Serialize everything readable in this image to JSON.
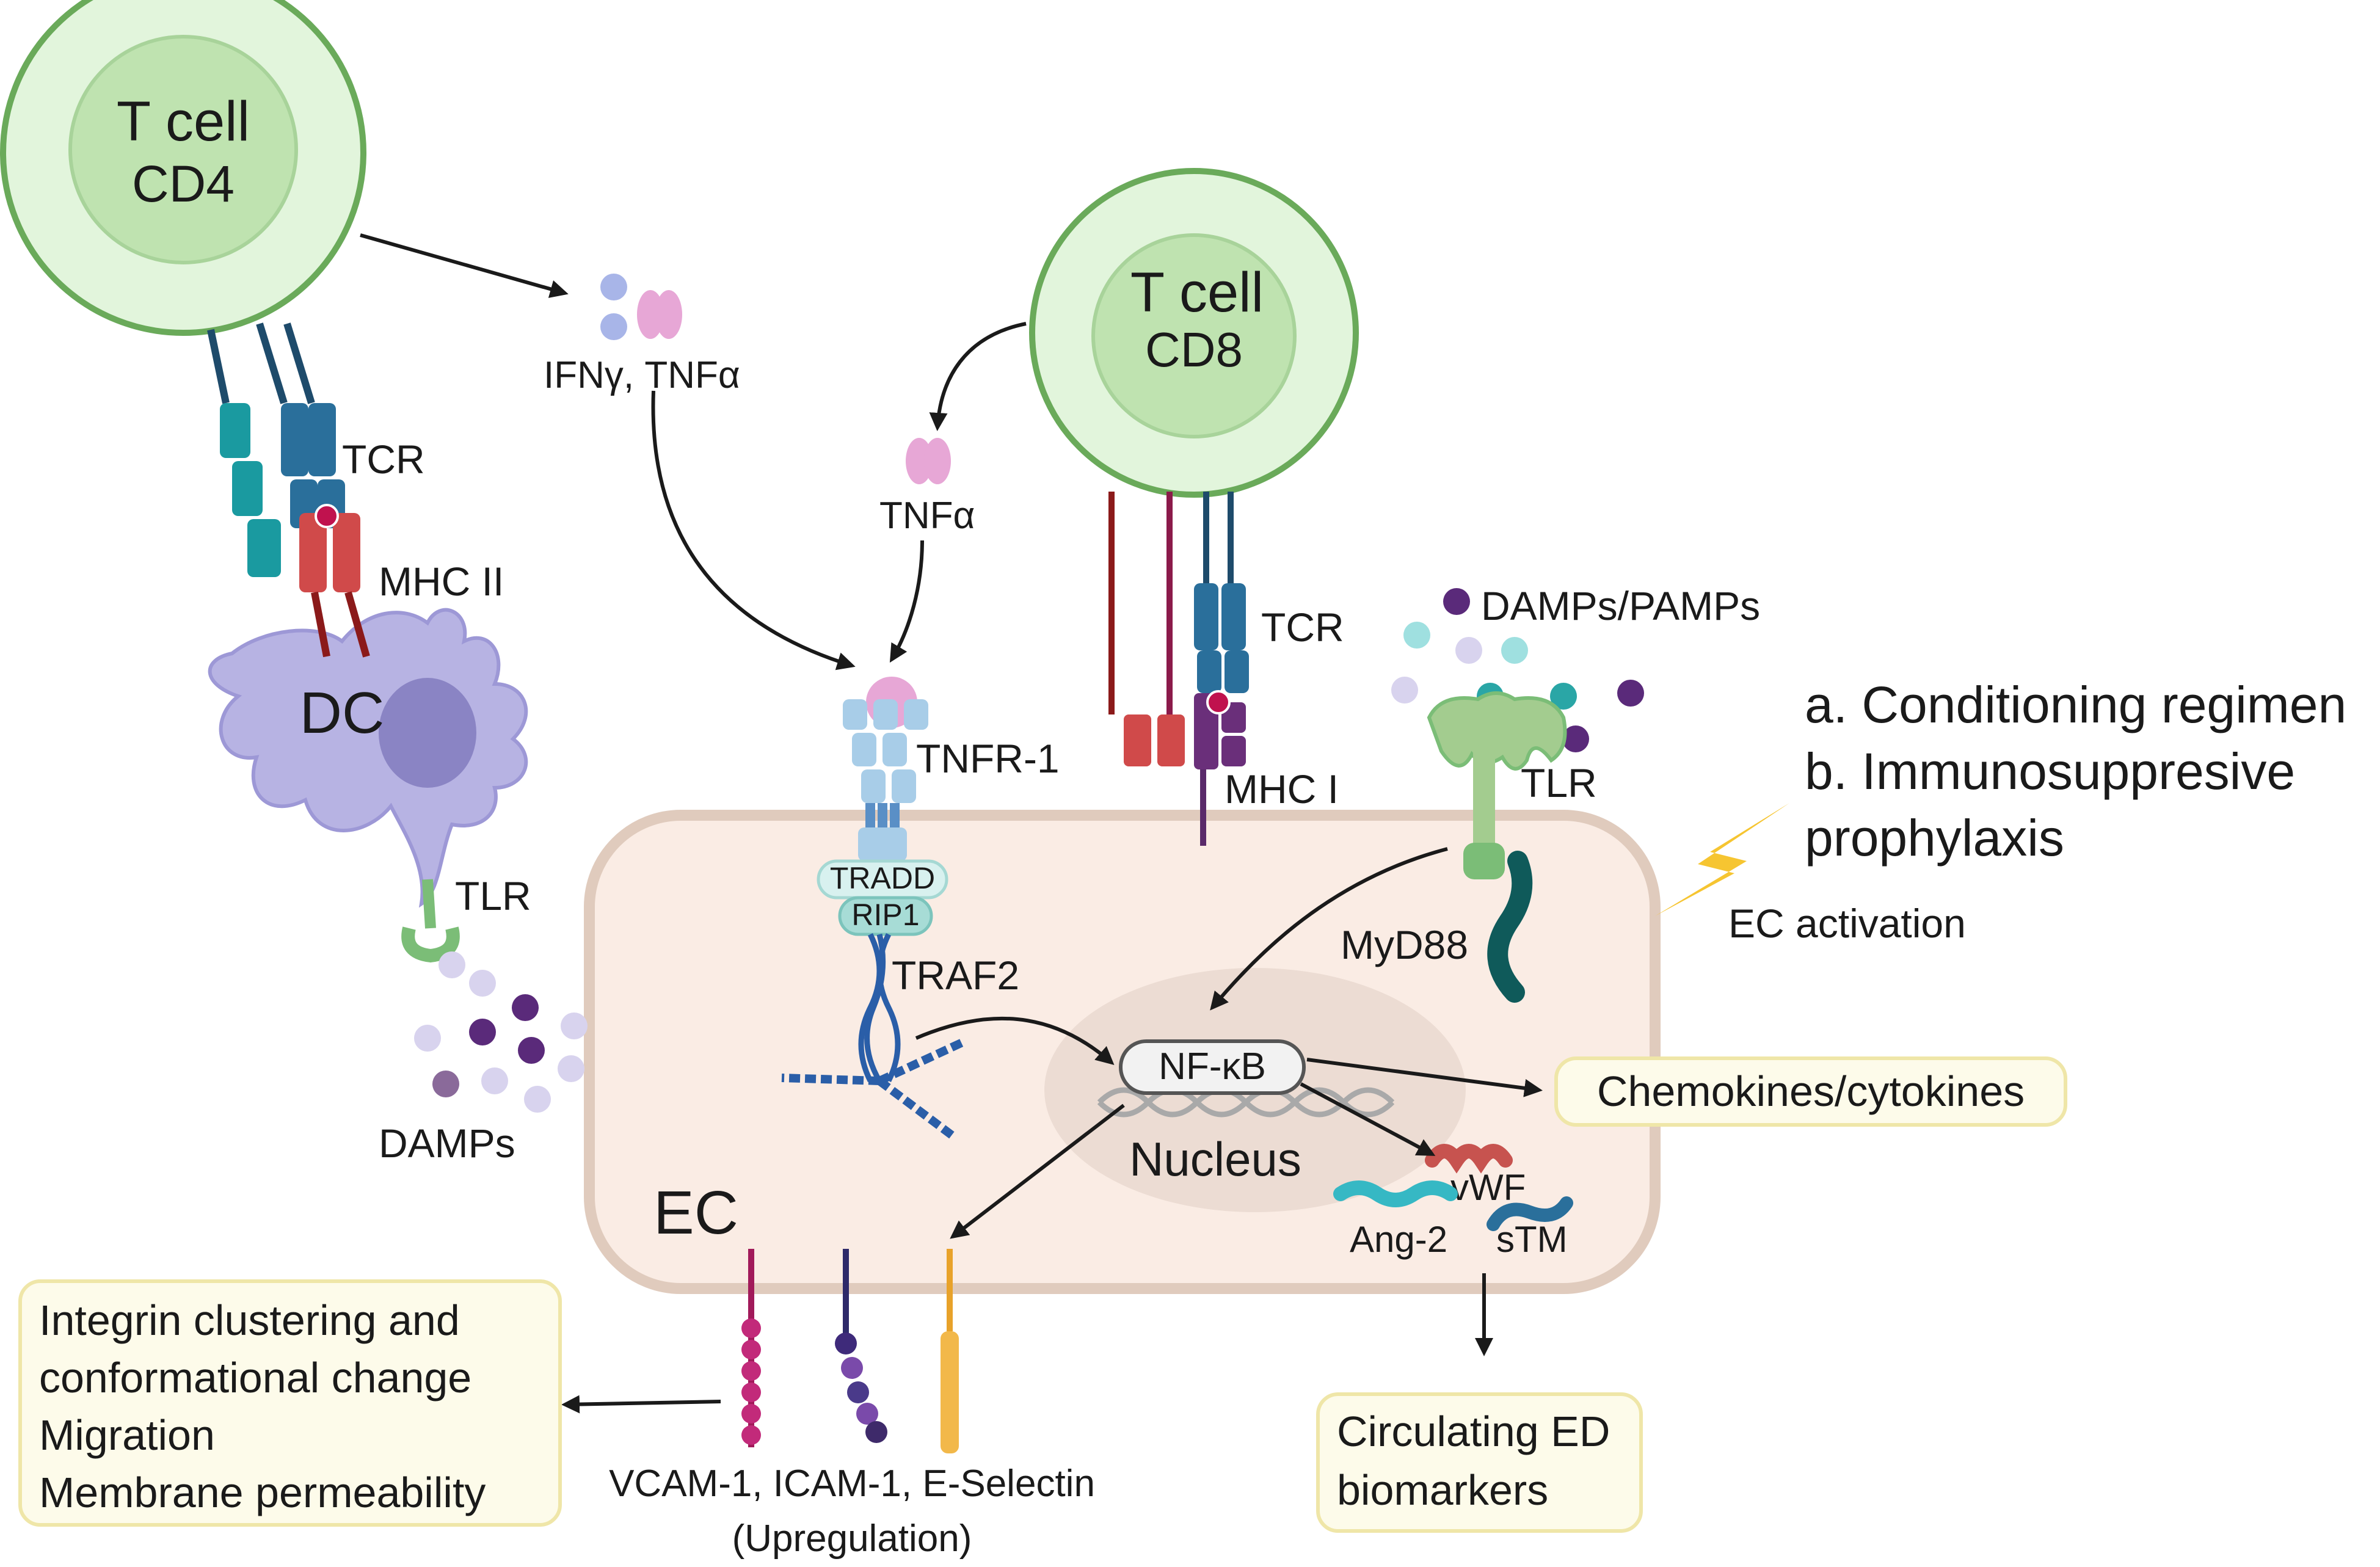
{
  "cells": {
    "t_cell_cd4": {
      "title": "T cell",
      "subtitle": "CD4"
    },
    "t_cell_cd8": {
      "title": "T cell",
      "subtitle": "CD8"
    },
    "dc": "DC",
    "ec": "EC",
    "nucleus": "Nucleus"
  },
  "labels": {
    "tcr_cd4": "TCR",
    "mhc_ii": "MHC II",
    "tlr_dc": "TLR",
    "damps": "DAMPs",
    "ifn_tnf": "IFNγ, TNFα",
    "tnfa": "TNFα",
    "tnfr1": "TNFR-1",
    "tradd": "TRADD",
    "rip1": "RIP1",
    "traf2": "TRAF2",
    "tcr_cd8": "TCR",
    "mhc_i": "MHC I",
    "damps_pamps": "DAMPs/PAMPs",
    "tlr_ec": "TLR",
    "myd88": "MyD88",
    "nfkb": "NF-κB",
    "vwf": "vWF",
    "ang2": "Ang-2",
    "stm": "sTM",
    "ec_activation": "EC activation",
    "adhesion": "VCAM-1, ICAM-1, E-Selectin",
    "upregulation": "(Upregulation)"
  },
  "side_notes": {
    "line1": "a. Conditioning regimen",
    "line2": "b. Immunosuppresive",
    "line3": "prophylaxis"
  },
  "boxes": {
    "chemokines": "Chemokines/cytokines",
    "integrin": [
      "Integrin clustering and",
      "conformational change",
      "Migration",
      "Membrane permeability"
    ],
    "circulating": [
      "Circulating ED",
      "biomarkers"
    ]
  },
  "colors": {
    "t_cell_fill": "#e2f5dc",
    "t_cell_stroke": "#6aaa5a",
    "t_cell_nucleus": "#bfe3b0",
    "dc_fill": "#b7b3e3",
    "ec_fill": "#faece4",
    "ec_stroke": "#e0cbbd",
    "box_fill": "#fdfbea",
    "box_stroke": "#efe6a8",
    "lightning": "#f6c531"
  }
}
